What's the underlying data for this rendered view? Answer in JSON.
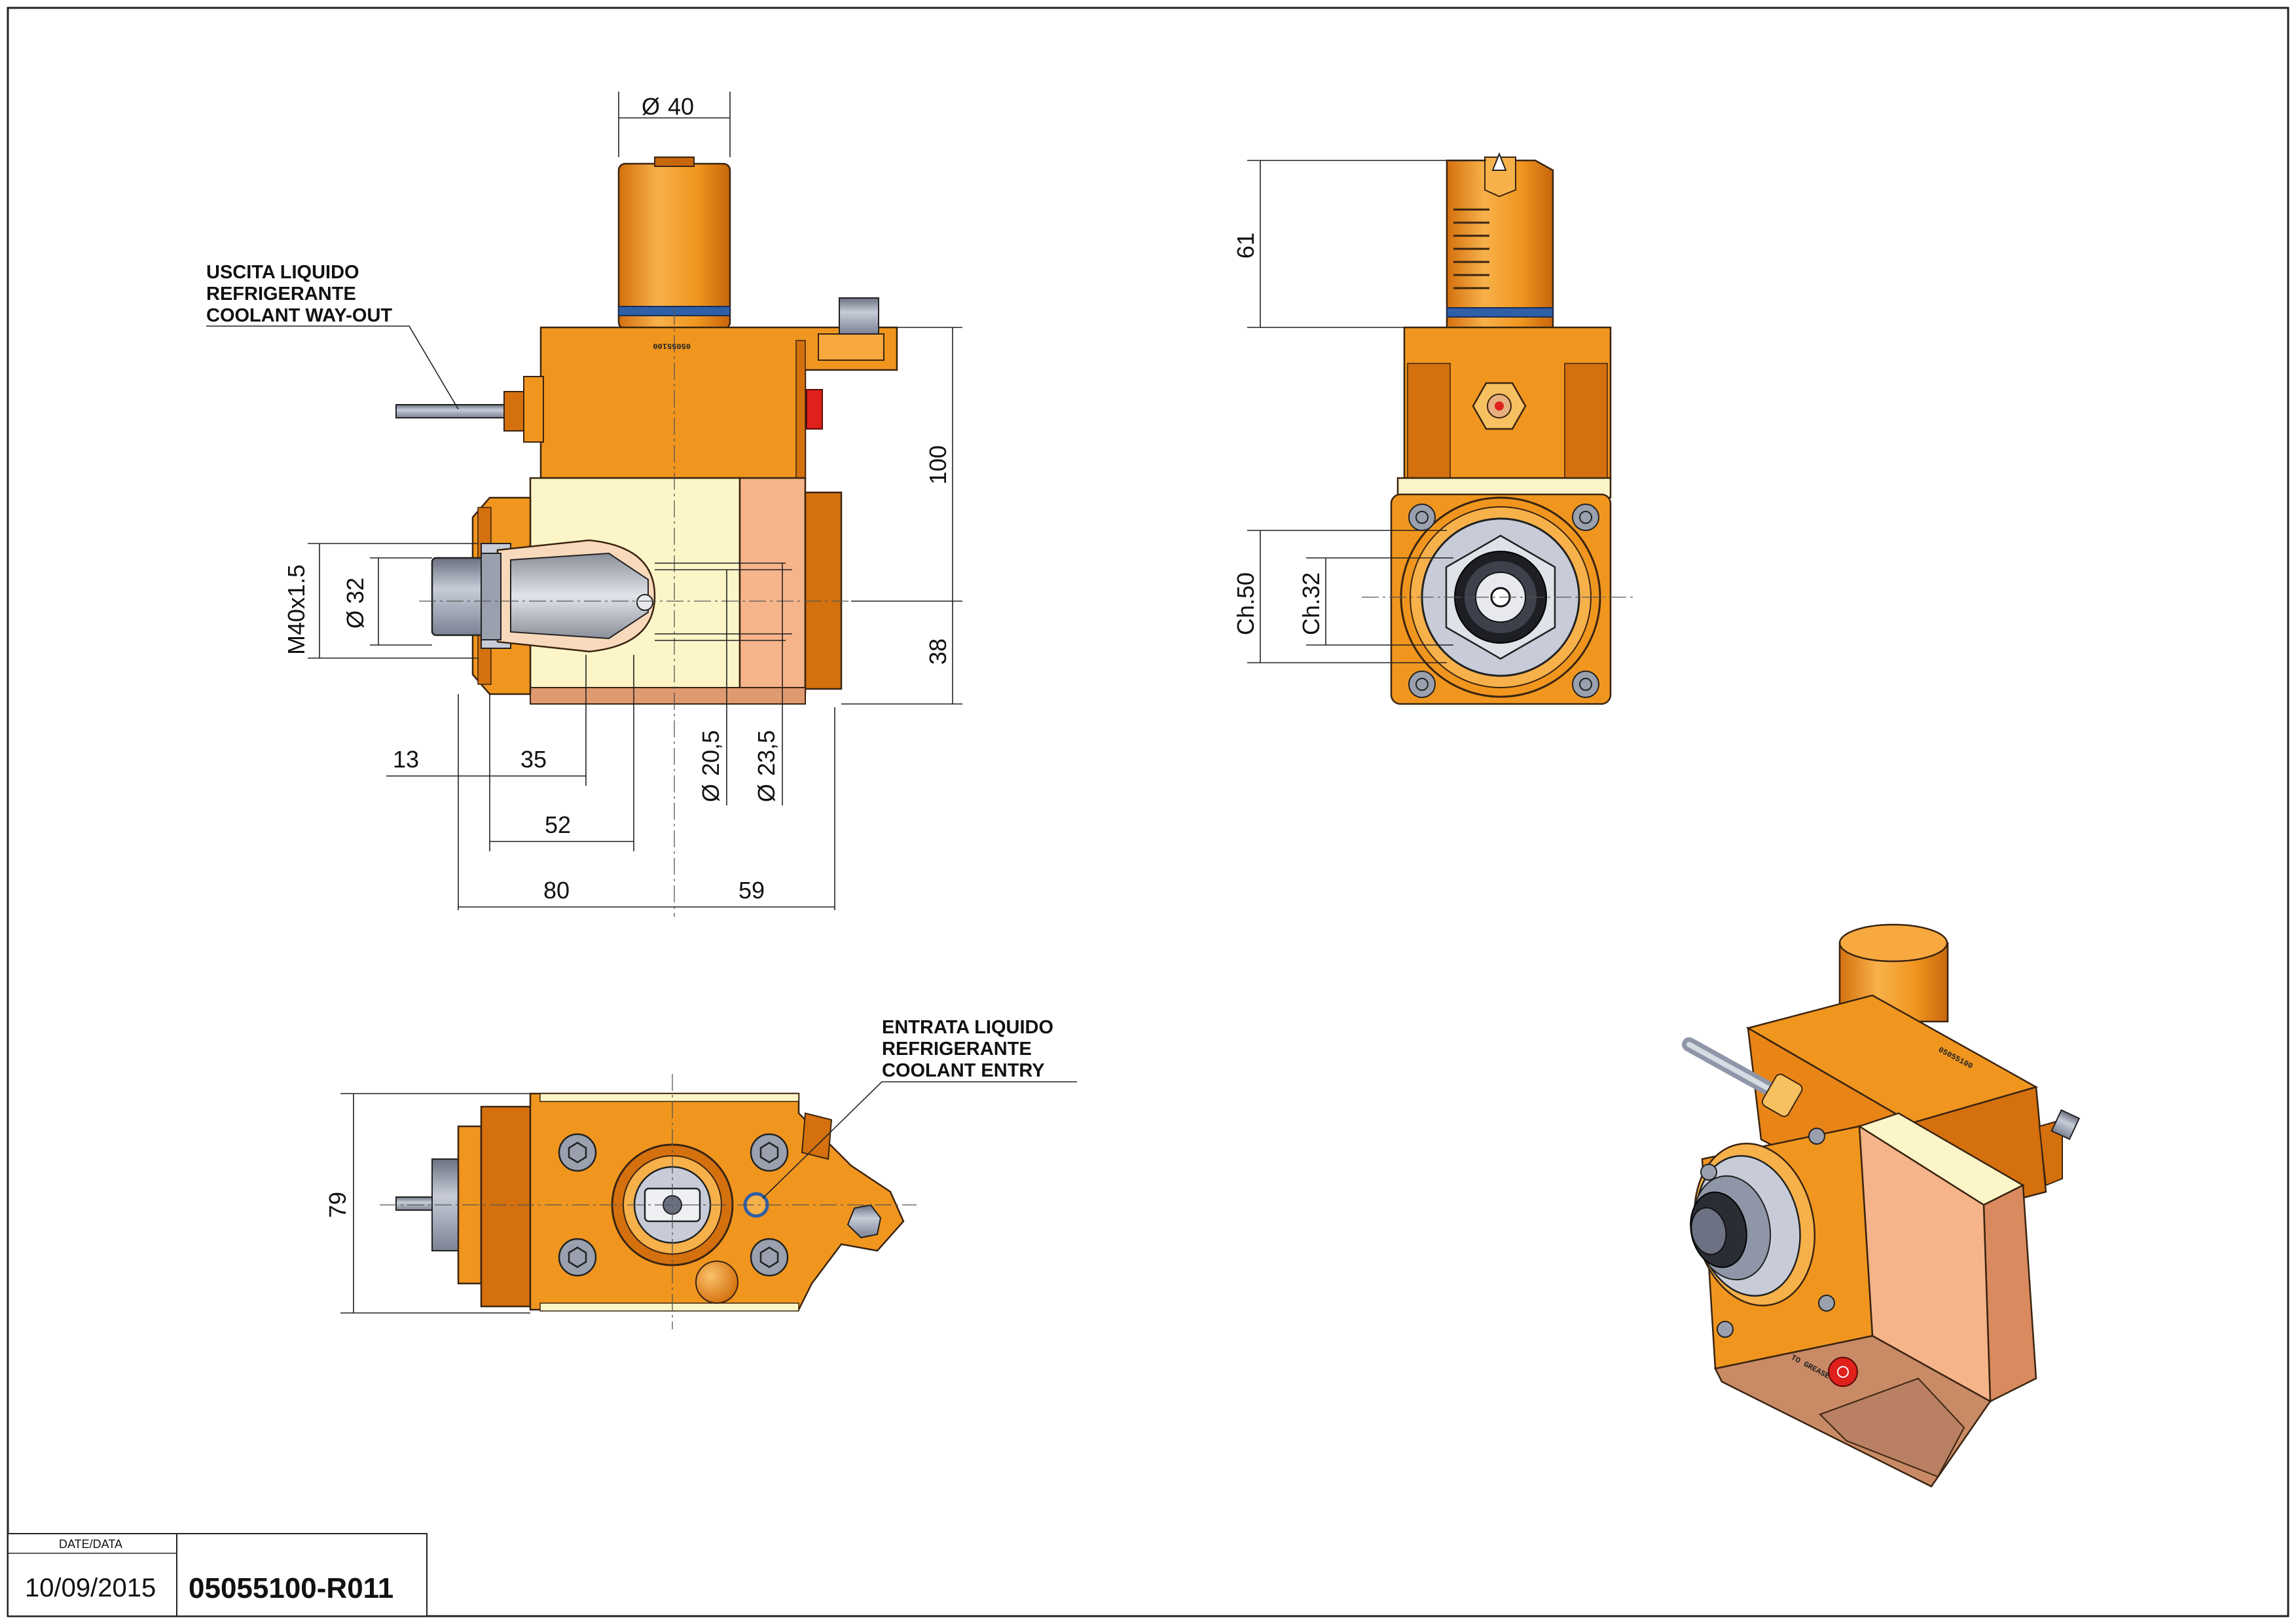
{
  "labels": {
    "coolant_out": [
      "USCITA LIQUIDO",
      "REFRIGERANTE",
      "COOLANT WAY-OUT"
    ],
    "coolant_in": [
      "ENTRATA LIQUIDO",
      "REFRIGERANTE",
      "COOLANT ENTRY"
    ]
  },
  "dimensions": {
    "shank_diameter": "40",
    "height_100": "100",
    "height_38": "38",
    "thread": "M40x1.5",
    "collet_diameter": "32",
    "dia_20_5": "20,5",
    "dia_23_5": "23,5",
    "len_13": "13",
    "len_35": "35",
    "len_52": "52",
    "len_80": "80",
    "len_59": "59",
    "height_61": "61",
    "ch_50": "Ch.50",
    "ch_32": "Ch.32",
    "width_79": "79"
  },
  "markings": {
    "serial_front": "05055100",
    "serial_iso": "05055100",
    "grease_label": "TO GREASE"
  },
  "title_block": {
    "date_header": "DATE/DATA",
    "date": "10/09/2015",
    "drawing_code": "05055100-R011"
  },
  "colors": {
    "body_orange": "#f0961f",
    "dark_orange": "#d4700e",
    "cream": "#fbf5c8",
    "salmon": "#f6b48a",
    "steel": "#8f96a8",
    "seal_blue": "#2f5fa6",
    "red_plug": "#e0201b"
  }
}
